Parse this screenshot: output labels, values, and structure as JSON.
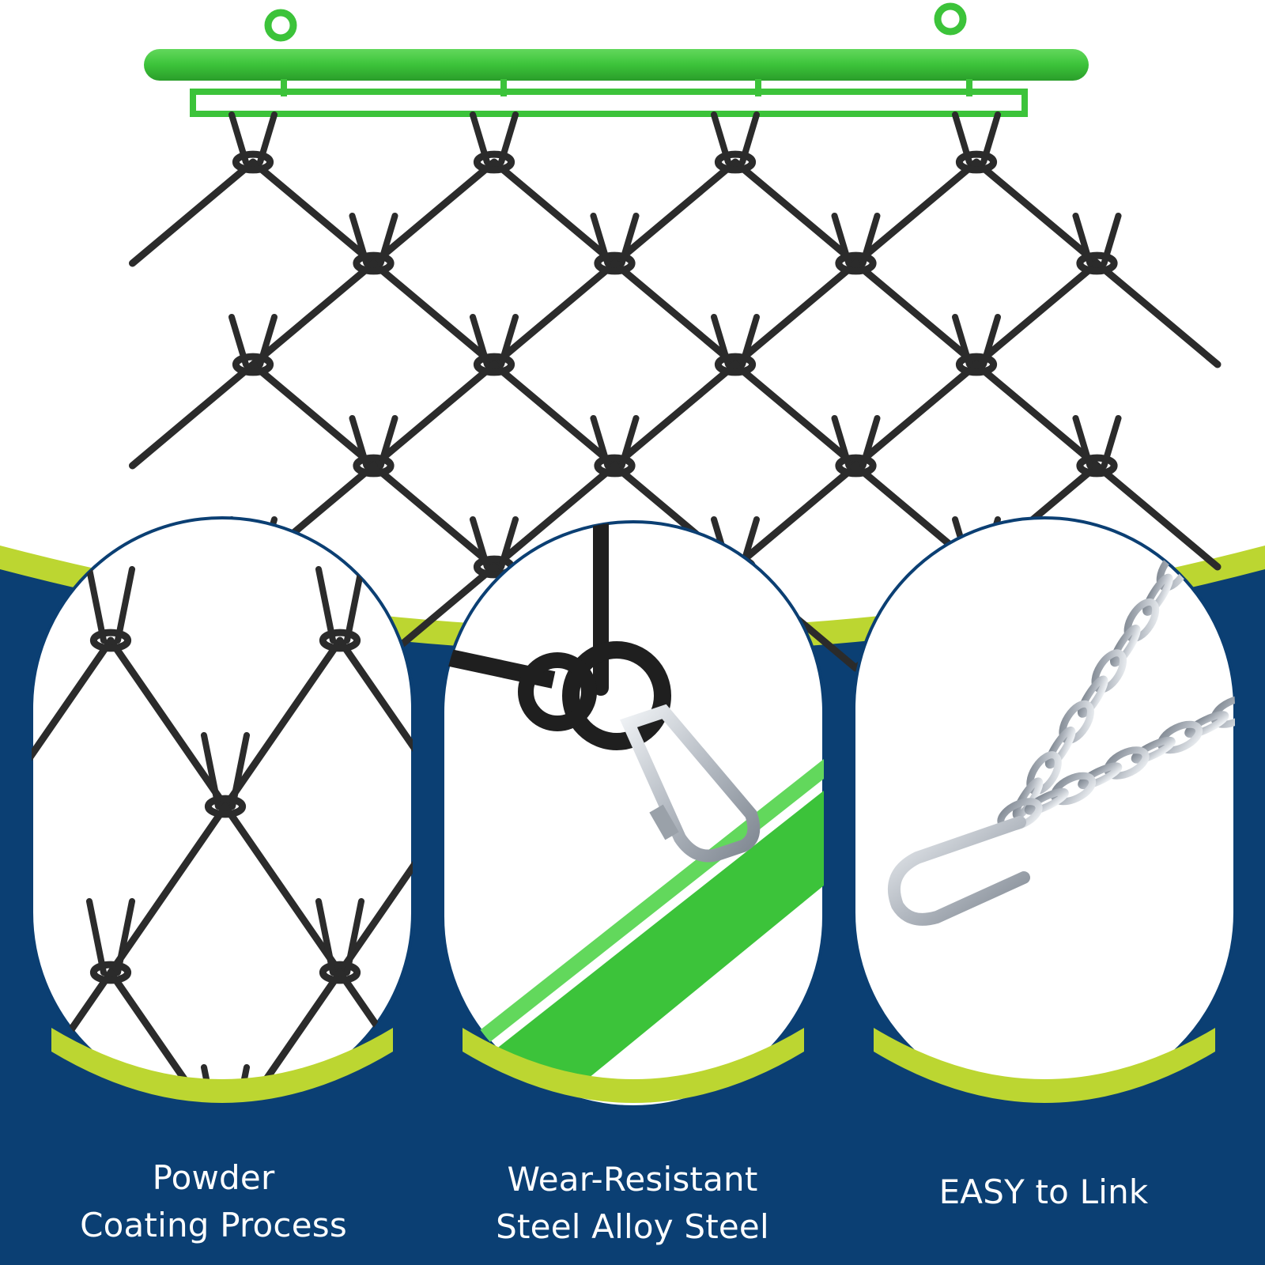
{
  "colors": {
    "navy": "#0b3f73",
    "lime": "#bcd631",
    "frame_green": "#3cc33a",
    "chain_black": "#2b2b2b",
    "silver": "#c7ccd2",
    "white": "#ffffff"
  },
  "features": [
    {
      "line1": "Powder",
      "line2": "Coating Process",
      "image": "powder-coated-chain-mesh"
    },
    {
      "line1": "Wear-Resistant",
      "line2": "Steel Alloy Steel",
      "image": "ring-and-snap-hook-on-green-bar"
    },
    {
      "line1": "EASY to Link",
      "line2": "",
      "image": "galvanized-chain-with-hook"
    }
  ]
}
